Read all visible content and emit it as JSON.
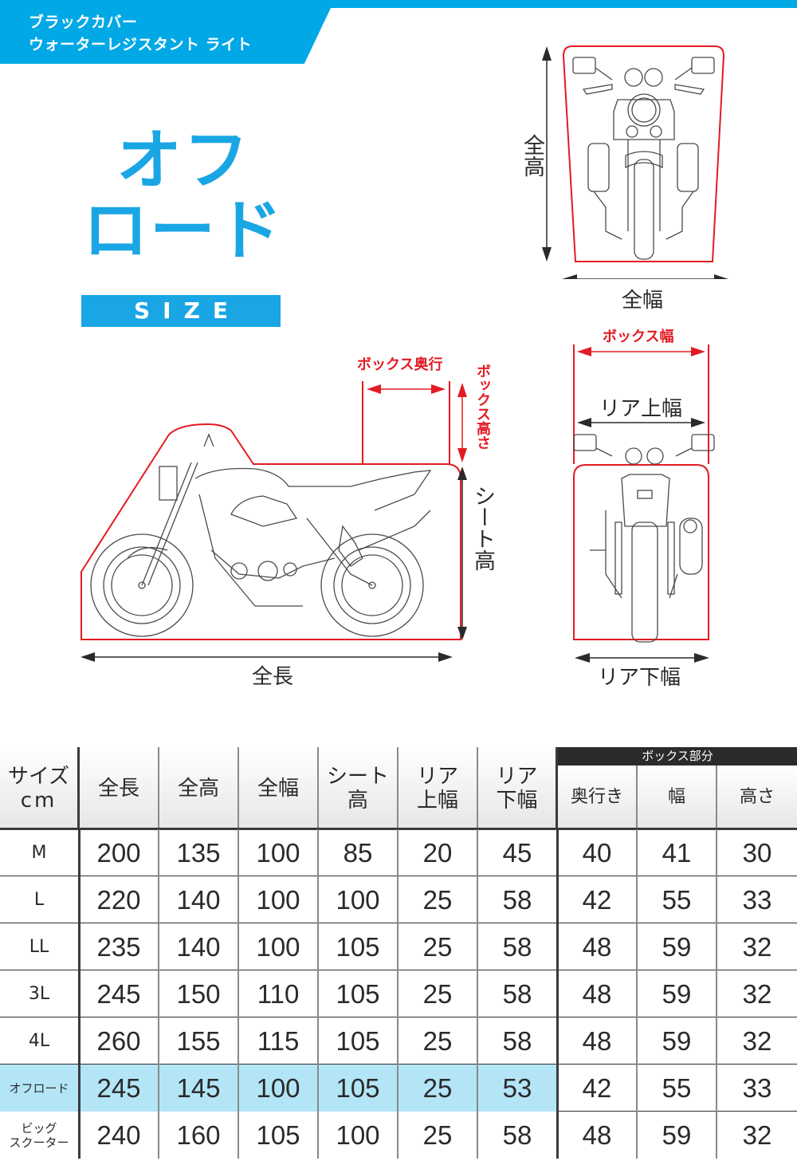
{
  "banner": {
    "line1": "ブラックカバー",
    "line2": "ウォーターレジスタント ライト",
    "color": "#00a8e6"
  },
  "title": {
    "line1": "オフ",
    "line2": "ロード",
    "size_label": "SIZE",
    "color": "#1aa6e4"
  },
  "diagrams": {
    "front": {
      "height_label": "全高",
      "width_label": "全幅"
    },
    "side": {
      "length_label": "全長",
      "seat_height_label": "シート高",
      "box_depth_label": "ボックス奥行",
      "box_height_label": "ボックス高さ"
    },
    "rear": {
      "box_width_label": "ボックス幅",
      "rear_top_width_label": "リア上幅",
      "rear_bottom_width_label": "リア下幅"
    },
    "outline_color": "#e21b23"
  },
  "table": {
    "headers": {
      "size": "サイズ\ncm",
      "size_l1": "サイズ",
      "size_l2": "cm",
      "total_length": "全長",
      "total_height": "全高",
      "total_width": "全幅",
      "seat_height_l1": "シート",
      "seat_height_l2": "高",
      "rear_top_l1": "リア",
      "rear_top_l2": "上幅",
      "rear_bottom_l1": "リア",
      "rear_bottom_l2": "下幅",
      "box_group": "ボックス部分",
      "box_depth": "奥行き",
      "box_width": "幅",
      "box_height": "高さ"
    },
    "highlight_color": "#b3e5f7",
    "rows": [
      {
        "size": "M",
        "values": [
          "200",
          "135",
          "100",
          "85",
          "20",
          "45",
          "40",
          "41",
          "30"
        ]
      },
      {
        "size": "L",
        "values": [
          "220",
          "140",
          "100",
          "100",
          "25",
          "58",
          "42",
          "55",
          "33"
        ]
      },
      {
        "size": "LL",
        "values": [
          "235",
          "140",
          "100",
          "105",
          "25",
          "58",
          "48",
          "59",
          "32"
        ]
      },
      {
        "size": "3L",
        "values": [
          "245",
          "150",
          "110",
          "105",
          "25",
          "58",
          "48",
          "59",
          "32"
        ]
      },
      {
        "size": "4L",
        "values": [
          "260",
          "155",
          "115",
          "105",
          "25",
          "58",
          "48",
          "59",
          "32"
        ]
      },
      {
        "size": "オフロード",
        "values": [
          "245",
          "145",
          "100",
          "105",
          "25",
          "53",
          "42",
          "55",
          "33"
        ],
        "highlighted": true
      },
      {
        "size_l1": "ビッグ",
        "size_l2": "スクーター",
        "values": [
          "240",
          "160",
          "105",
          "100",
          "25",
          "58",
          "48",
          "59",
          "32"
        ]
      }
    ]
  }
}
